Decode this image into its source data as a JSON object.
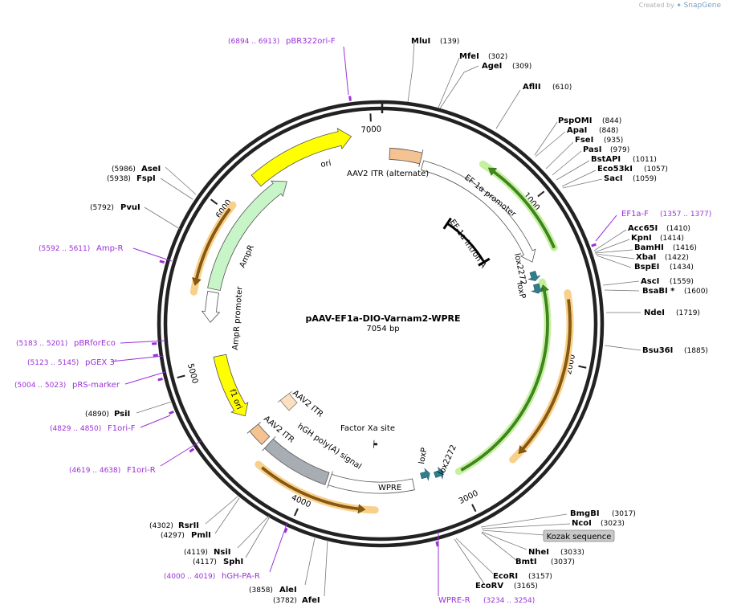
{
  "credit": {
    "prefix": "Created by",
    "brand": "SnapGene"
  },
  "plasmid": {
    "name": "pAAV-EF1a-DIO-Varnam2-WPRE",
    "size_label": "7054 bp",
    "length": 7054
  },
  "ticks": [
    "1000",
    "2000",
    "3000",
    "4000",
    "5000",
    "6000",
    "7000"
  ],
  "kozak_label": "Kozak sequence",
  "colors": {
    "yellow": "#ffff00",
    "orange": "#f5c291",
    "green": "#c8f5c8",
    "gray": "#a8adb3",
    "teal": "#2f7f8f",
    "primer": "#9b30d9",
    "cds_glow": "#f8d08a",
    "green_glow": "#c6f0a0"
  },
  "sites": [
    {
      "name": "MluI",
      "pos": "(139)"
    },
    {
      "name": "MfeI",
      "pos": "(302)"
    },
    {
      "name": "AgeI",
      "pos": "(309)"
    },
    {
      "name": "AflII",
      "pos": "(610)"
    },
    {
      "name": "PspOMI",
      "pos": "(844)"
    },
    {
      "name": "ApaI",
      "pos": "(848)"
    },
    {
      "name": "FseI",
      "pos": "(935)"
    },
    {
      "name": "PasI",
      "pos": "(979)"
    },
    {
      "name": "BstAPI",
      "pos": "(1011)"
    },
    {
      "name": "Eco53kI",
      "pos": "(1057)"
    },
    {
      "name": "SacI",
      "pos": "(1059)"
    },
    {
      "name": "Acc65I",
      "pos": "(1410)"
    },
    {
      "name": "KpnI",
      "pos": "(1414)"
    },
    {
      "name": "BamHI",
      "pos": "(1416)"
    },
    {
      "name": "XbaI",
      "pos": "(1422)"
    },
    {
      "name": "BspEI",
      "pos": "(1434)"
    },
    {
      "name": "AscI",
      "pos": "(1559)"
    },
    {
      "name": "BsaBI *",
      "pos": "(1600)"
    },
    {
      "name": "NdeI",
      "pos": "(1719)"
    },
    {
      "name": "Bsu36I",
      "pos": "(1885)"
    },
    {
      "name": "BmgBI",
      "pos": "(3017)"
    },
    {
      "name": "NcoI",
      "pos": "(3023)"
    },
    {
      "name": "NheI",
      "pos": "(3033)"
    },
    {
      "name": "BmtI",
      "pos": "(3037)"
    },
    {
      "name": "EcoRI",
      "pos": "(3157)"
    },
    {
      "name": "EcoRV",
      "pos": "(3165)"
    },
    {
      "name": "AfeI",
      "pos": "(3782)"
    },
    {
      "name": "AleI",
      "pos": "(3858)"
    },
    {
      "name": "SphI",
      "pos": "(4117)"
    },
    {
      "name": "NsiI",
      "pos": "(4119)"
    },
    {
      "name": "PmlI",
      "pos": "(4297)"
    },
    {
      "name": "RsrII",
      "pos": "(4302)"
    },
    {
      "name": "PsiI",
      "pos": "(4890)"
    },
    {
      "name": "PvuI",
      "pos": "(5792)"
    },
    {
      "name": "FspI",
      "pos": "(5938)"
    },
    {
      "name": "AseI",
      "pos": "(5986)"
    }
  ],
  "primers": [
    {
      "name": "pBR322ori-F",
      "pos": "(6894 .. 6913)"
    },
    {
      "name": "EF1a-F",
      "pos": "(1357 .. 1377)"
    },
    {
      "name": "Amp-R",
      "pos": "(5592 .. 5611)"
    },
    {
      "name": "pBRforEco",
      "pos": "(5183 .. 5201)"
    },
    {
      "name": "pGEX 3'",
      "pos": "(5123 .. 5145)"
    },
    {
      "name": "pRS-marker",
      "pos": "(5004 .. 5023)"
    },
    {
      "name": "F1ori-F",
      "pos": "(4829 .. 4850)"
    },
    {
      "name": "F1ori-R",
      "pos": "(4619 .. 4638)"
    },
    {
      "name": "hGH-PA-R",
      "pos": "(4000 .. 4019)"
    },
    {
      "name": "WPRE-R",
      "pos": "(3234 .. 3254)"
    }
  ],
  "features": [
    {
      "name": "ori"
    },
    {
      "name": "AAV2 ITR (alternate)"
    },
    {
      "name": "EF-1α promoter"
    },
    {
      "name": "EF-1α intron A"
    },
    {
      "name": "lox2272"
    },
    {
      "name": "loxP"
    },
    {
      "name": "AmpR"
    },
    {
      "name": "AmpR promoter"
    },
    {
      "name": "f1 ori"
    },
    {
      "name": "AAV2 ITR"
    },
    {
      "name": "AAV2 ITR"
    },
    {
      "name": "hGH poly(A) signal"
    },
    {
      "name": "Factor Xa site"
    },
    {
      "name": "WPRE"
    },
    {
      "name": "loxP"
    },
    {
      "name": "lox2272"
    }
  ]
}
